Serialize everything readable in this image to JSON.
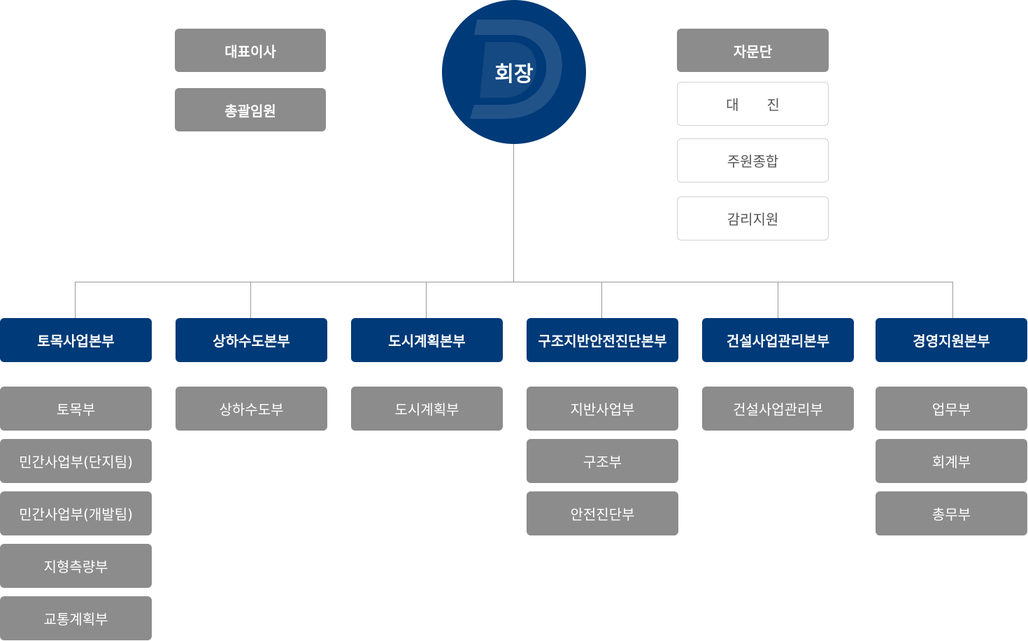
{
  "chairman": {
    "label": "회장",
    "logo_icon": "d-logo-icon"
  },
  "executives": [
    "대표이사",
    "총괄임원"
  ],
  "advisory": {
    "title": "자문단",
    "members": [
      "대　　진",
      "주원종합",
      "감리지원"
    ]
  },
  "divisions": [
    {
      "name": "토목사업본부",
      "departments": [
        "토목부",
        "민간사업부(단지팀)",
        "민간사업부(개발팀)",
        "지형측량부",
        "교통계획부"
      ]
    },
    {
      "name": "상하수도본부",
      "departments": [
        "상하수도부"
      ]
    },
    {
      "name": "도시계획본부",
      "departments": [
        "도시계획부"
      ]
    },
    {
      "name": "구조지반안전진단본부",
      "departments": [
        "지반사업부",
        "구조부",
        "안전진단부"
      ]
    },
    {
      "name": "건설사업관리본부",
      "departments": [
        "건설사업관리부"
      ]
    },
    {
      "name": "경영지원본부",
      "departments": [
        "업무부",
        "회계부",
        "총무부"
      ]
    }
  ],
  "colors": {
    "primary": "#003a78",
    "gray_box": "#8c8c8c",
    "outline": "#d2d2d2",
    "connector": "#999999"
  }
}
